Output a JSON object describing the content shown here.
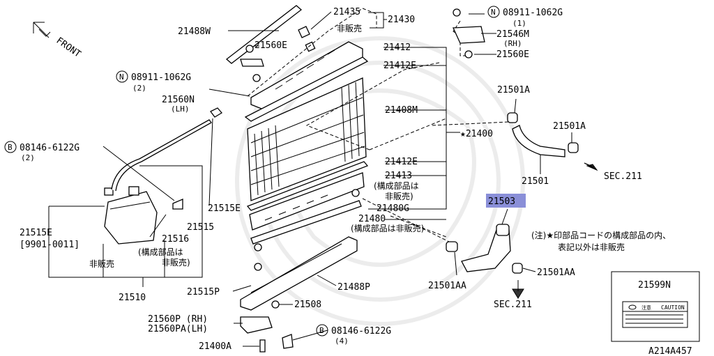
{
  "colors": {
    "highlight": "#8a8fd8",
    "line": "#000000",
    "watermark": "#ececec"
  },
  "front_label": "FRONT",
  "labels": {
    "l21488W": "21488W",
    "l21435": "21435",
    "l21430": "21430",
    "hibanbai_top": "非販売",
    "l21560E_l": "21560E",
    "l21412": "21412",
    "nut_n_left": "N",
    "l08911_left": "08911-1062G",
    "qty2_left": "(2)",
    "l21412E_top": "21412E",
    "l21560N": "21560N",
    "lh_left": "(LH)",
    "l21408M": "21408M",
    "star_21400": "★21400",
    "nut_n_right": "N",
    "l08911_right": "08911-1062G",
    "qty1_right": "(1)",
    "l21546M": "21546M",
    "rh_right": "(RH)",
    "l21560E_r": "21560E",
    "l21501A_top": "21501A",
    "l21501A_mid": "21501A",
    "l21501": "21501",
    "sec211_top": "SEC.211",
    "b_left": "B",
    "l08146_left": "08146-6122G",
    "qty2_b_left": "(2)",
    "l21412E_mid": "21412E",
    "l21413": "21413",
    "kosei_1": "(構成部品は",
    "hibanbai_1": "非販売)",
    "l21480G": "21480G",
    "l21480": "21480",
    "kosei_2": "(構成部品は非販売)",
    "l21515E_top": "21515E",
    "l21515E_bot": "21515E",
    "date_range": "[9901-0011]",
    "l21516": "21516",
    "kosei_3": "(構成部品は",
    "hibanbai_3": "非販売)",
    "l21515": "21515",
    "hibanbai_tank": "非販売",
    "l21510": "21510",
    "l21503": "21503",
    "note_line1": "(注)★印部品コードの構成部品の内、",
    "note_line2": "表記以外は非販売",
    "l21501AA_left": "21501AA",
    "l21501AA_right": "21501AA",
    "sec211_bot": "SEC.211",
    "l21515P": "21515P",
    "l21488P": "21488P",
    "l21508": "21508",
    "l21560P": "21560P (RH)",
    "l21560PA": "21560PA(LH)",
    "b_right": "B",
    "l08146_right": "08146-6122G",
    "qty4_right": "(4)",
    "l21400A": "21400A",
    "l21599N": "21599N",
    "caution_chu": "注意",
    "caution_text": "CAUTION",
    "figure_code": "A214A457"
  }
}
